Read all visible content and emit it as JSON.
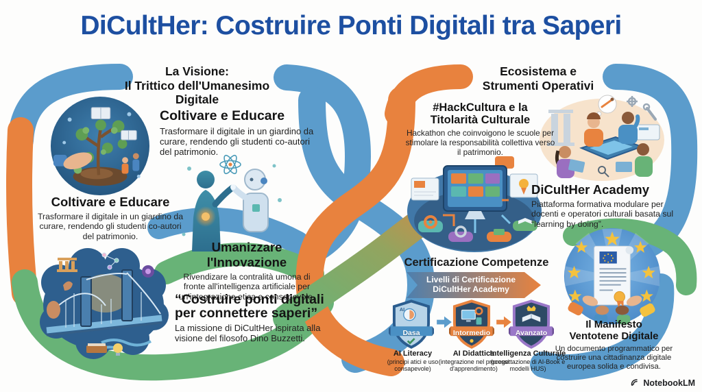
{
  "title": "DiCultHer: Costruire Ponti Digitali tra Saperi",
  "left": {
    "header": "La Visione:\nIl Trittico dell'Umanesimo\nDigitale",
    "coltivare_top": {
      "title": "Coltivare e Educare",
      "body": "Trasformare il digitale in un giardino da curare, rendendo gli studenti co-autori del patrimonio."
    },
    "coltivare_left": {
      "title": "Coltivare e Educare",
      "body": "Trasformare il digitale in un giardino da curare, rendendo gli studenti co-autori del patrimonio."
    },
    "umanizzare": {
      "title": "Umanizzare l'Innovazione",
      "body": "Rivendizare la contralità umona di fronte all'intelligenza artificiale per un'integrazione etica e consepevole."
    },
    "costruire": {
      "title": "“Costruire ponti digitali\nper connettere saperi”",
      "body": "La missione di DiCultHer ispirata alla visione del filosofo Dino Buzzetti."
    }
  },
  "right": {
    "header": "Ecosistema e\nStrumenti Operativi",
    "hackcultura": {
      "title": "#HackCultura e la\nTitolarità Culturale",
      "body": "Hackathon che coinvoigono le scuole per stimolare la responsabilità collettiva verso il patrimonio."
    },
    "academy": {
      "title": "DiCultHer Academy",
      "body": "Piattaforma formativa modulare per docenti e operatori culturali basata sul “learning by doing”."
    },
    "certificazione": {
      "title": "Certificazione Competenze",
      "banner": "Livelli di Certificazione\nDiCultHer Academy",
      "badges": [
        {
          "label": "Dasa",
          "name": "AI Literacy",
          "desc": "(principi atici e uso consapevole)"
        },
        {
          "label": "Intormedio",
          "name": "AI Didattica",
          "desc": "(integrazione nel processi d'apprendimento)"
        },
        {
          "label": "Avanzato",
          "name": "Intelligenza Culturale",
          "desc": "(progettazione di AI-Book e modelli HUS)"
        }
      ]
    },
    "manifesto": {
      "title": "Il Manifesto\nVentotene Digitale",
      "body": "Un documento programmatico per costruire una cittadinanza digitale europea solida e condivisa."
    }
  },
  "footer": {
    "brand": "NotebookLM"
  },
  "colors": {
    "title_blue": "#1d4fa1",
    "ribbon_blue": "#5b9ccc",
    "ribbon_orange": "#e8823e",
    "ribbon_green": "#68b377",
    "badge_blue": "#4a90c4",
    "badge_orange": "#e8833f",
    "badge_purple": "#9a77c8",
    "text_dark": "#1a1a1a"
  }
}
